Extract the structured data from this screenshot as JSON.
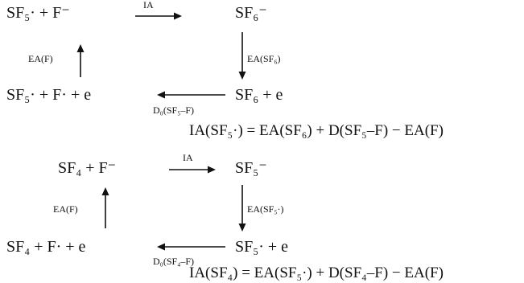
{
  "cycle1": {
    "node_top_left": "SF₅· + F⁻",
    "node_top_right": "SF₆⁻",
    "node_bottom_left": "SF₅· + F· + e",
    "node_bottom_right": "SF₆ + e",
    "arrow_top_label": "IA",
    "arrow_left_label": "EA(F)",
    "arrow_right_label": "EA(SF₆)",
    "arrow_bottom_label": "D₀(SF₅–F)",
    "equation": "IA(SF₅·) = EA(SF₆) + D(SF₅–F) − EA(F)"
  },
  "cycle2": {
    "node_top_left": "SF₄ + F⁻",
    "node_top_right": "SF₅⁻",
    "node_bottom_left": "SF₄ + F· + e",
    "node_bottom_right": "SF₅· + e",
    "arrow_top_label": "IA",
    "arrow_left_label": "EA(F)",
    "arrow_right_label": "EA(SF₅·)",
    "arrow_bottom_label": "D₀(SF₄–F)",
    "equation": "IA(SF₄) = EA(SF₅·) + D(SF₄–F) − EA(F)"
  }
}
